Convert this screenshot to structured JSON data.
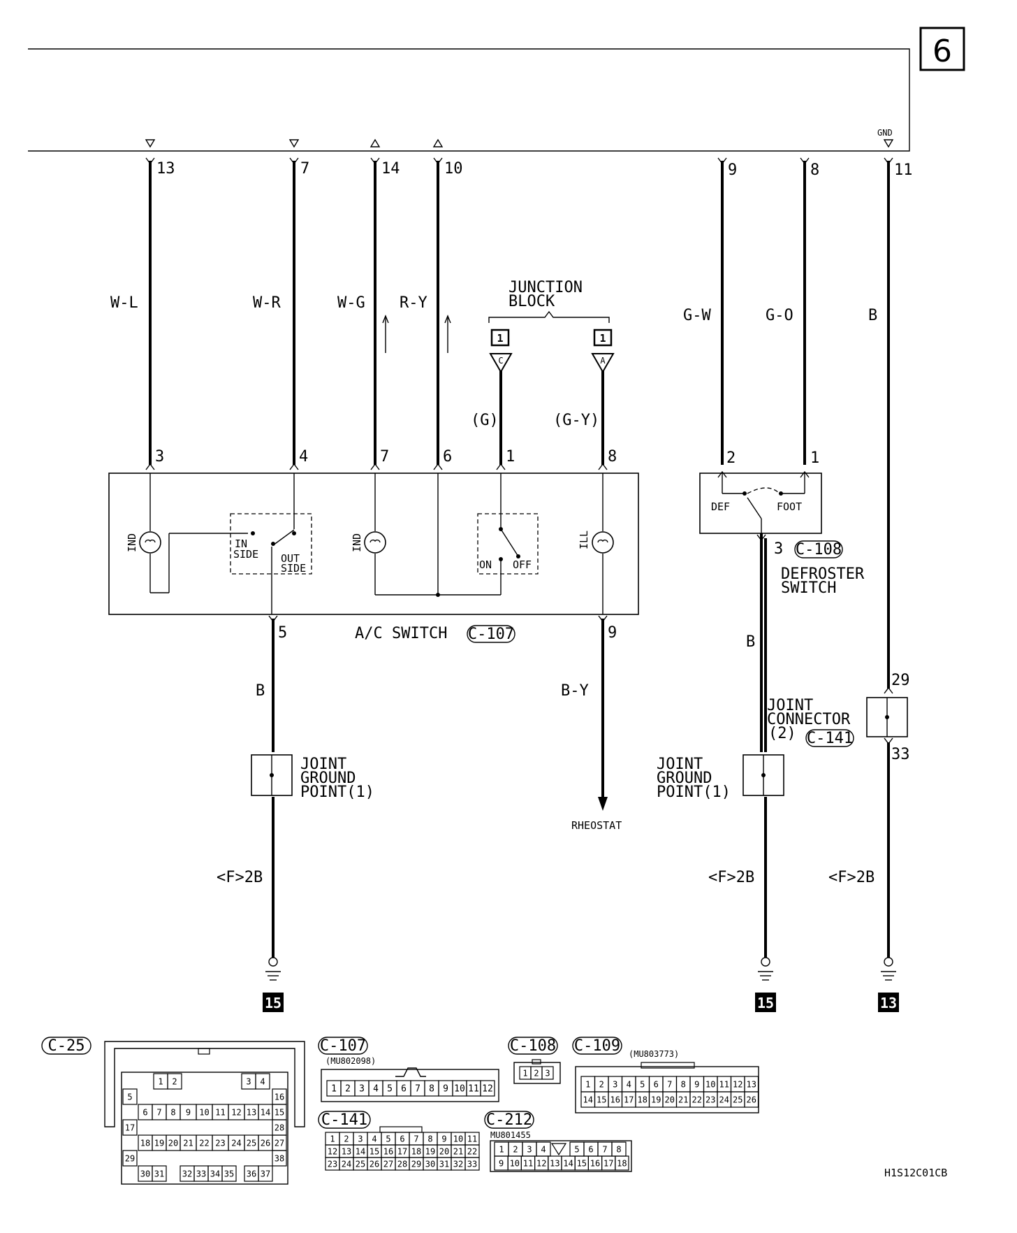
{
  "page_badge": "6",
  "ecu_pins": {
    "p13": "13",
    "p7": "7",
    "p14": "14",
    "p10": "10",
    "p9": "9",
    "p8": "8",
    "p11": "11",
    "gnd": "GND"
  },
  "wire_colors": {
    "w_l": "W-L",
    "w_r": "W-R",
    "w_g": "W-G",
    "r_y": "R-Y",
    "g_w": "G-W",
    "g_o": "G-O",
    "b_right": "B",
    "g_paren": "(G)",
    "g_y_paren": "(G-Y)",
    "b_left": "B",
    "b_y": "B-Y",
    "b_defroster": "B"
  },
  "junction_block": {
    "title_line1": "JUNCTION",
    "title_line2": "BLOCK",
    "box_left": "1",
    "box_right": "1",
    "tri_left": "C",
    "tri_right": "A"
  },
  "ac_switch": {
    "label": "A/C SWITCH",
    "connector": "C-107",
    "pins": {
      "p3": "3",
      "p4": "4",
      "p7": "7",
      "p6": "6",
      "p1": "1",
      "p8": "8",
      "p5": "5",
      "p9": "9"
    },
    "ind1": "IND",
    "ind2": "IND",
    "ill": "ILL",
    "in_line1": "IN",
    "in_line2": "SIDE",
    "out_line1": "OUT",
    "out_line2": "SIDE",
    "on": "ON",
    "off": "OFF"
  },
  "defroster": {
    "pin2": "2",
    "pin1": "1",
    "pin3": "3",
    "def": "DEF",
    "foot": "FOOT",
    "connector": "C-108",
    "label_line1": "DEFROSTER",
    "label_line2": "SWITCH"
  },
  "joint_connector": {
    "line1": "JOINT",
    "line2": "CONNECTOR",
    "line3": "(2)",
    "connector": "C-141",
    "pin29": "29",
    "pin33": "33"
  },
  "joint_ground_left": {
    "line1": "JOINT",
    "line2": "GROUND",
    "line3": "POINT(1)"
  },
  "joint_ground_right": {
    "line1": "JOINT",
    "line2": "GROUND",
    "line3": "POINT(1)"
  },
  "rheostat": "RHEOSTAT",
  "ground_refs": {
    "left": "<F>2B",
    "mid": "<F>2B",
    "right": "<F>2B"
  },
  "ground_badges": {
    "left": "15",
    "mid": "15",
    "right": "13"
  },
  "connectors": {
    "c25": {
      "label": "C-25",
      "rows": [
        [
          "1",
          "2",
          "3",
          "4"
        ],
        [
          "5",
          "16"
        ],
        [
          "6",
          "7",
          "8",
          "9",
          "10",
          "11",
          "12",
          "13",
          "14",
          "15"
        ],
        [
          "17",
          "28"
        ],
        [
          "18",
          "19",
          "20",
          "21",
          "22",
          "23",
          "24",
          "25",
          "26",
          "27"
        ],
        [
          "29",
          "38"
        ],
        [
          "30",
          "31",
          "32",
          "33",
          "34",
          "35",
          "36",
          "37"
        ]
      ]
    },
    "c107": {
      "label": "C-107",
      "part": "(MU802098)",
      "pins": [
        "1",
        "2",
        "3",
        "4",
        "5",
        "6",
        "7",
        "8",
        "9",
        "10",
        "11",
        "12"
      ]
    },
    "c108": {
      "label": "C-108",
      "pins": [
        "1",
        "2",
        "3"
      ]
    },
    "c109": {
      "label": "C-109",
      "part": "(MU803773)",
      "row1": [
        "1",
        "2",
        "3",
        "4",
        "5",
        "6",
        "7",
        "8",
        "9",
        "10",
        "11",
        "12",
        "13"
      ],
      "row2": [
        "14",
        "15",
        "16",
        "17",
        "18",
        "19",
        "20",
        "21",
        "22",
        "23",
        "24",
        "25",
        "26"
      ]
    },
    "c141": {
      "label": "C-141",
      "row1": [
        "1",
        "2",
        "3",
        "4",
        "5",
        "6",
        "7",
        "8",
        "9",
        "10",
        "11"
      ],
      "row2": [
        "12",
        "13",
        "14",
        "15",
        "16",
        "17",
        "18",
        "19",
        "20",
        "21",
        "22"
      ],
      "row3": [
        "23",
        "24",
        "25",
        "26",
        "27",
        "28",
        "29",
        "30",
        "31",
        "32",
        "33"
      ]
    },
    "c212": {
      "label": "C-212",
      "part": "MU801455",
      "row1": [
        "1",
        "2",
        "3",
        "4",
        "5",
        "6",
        "7",
        "8"
      ],
      "row2": [
        "9",
        "10",
        "11",
        "12",
        "13",
        "14",
        "15",
        "16",
        "17",
        "18"
      ]
    }
  },
  "figure_code": "H1S12C01CB"
}
